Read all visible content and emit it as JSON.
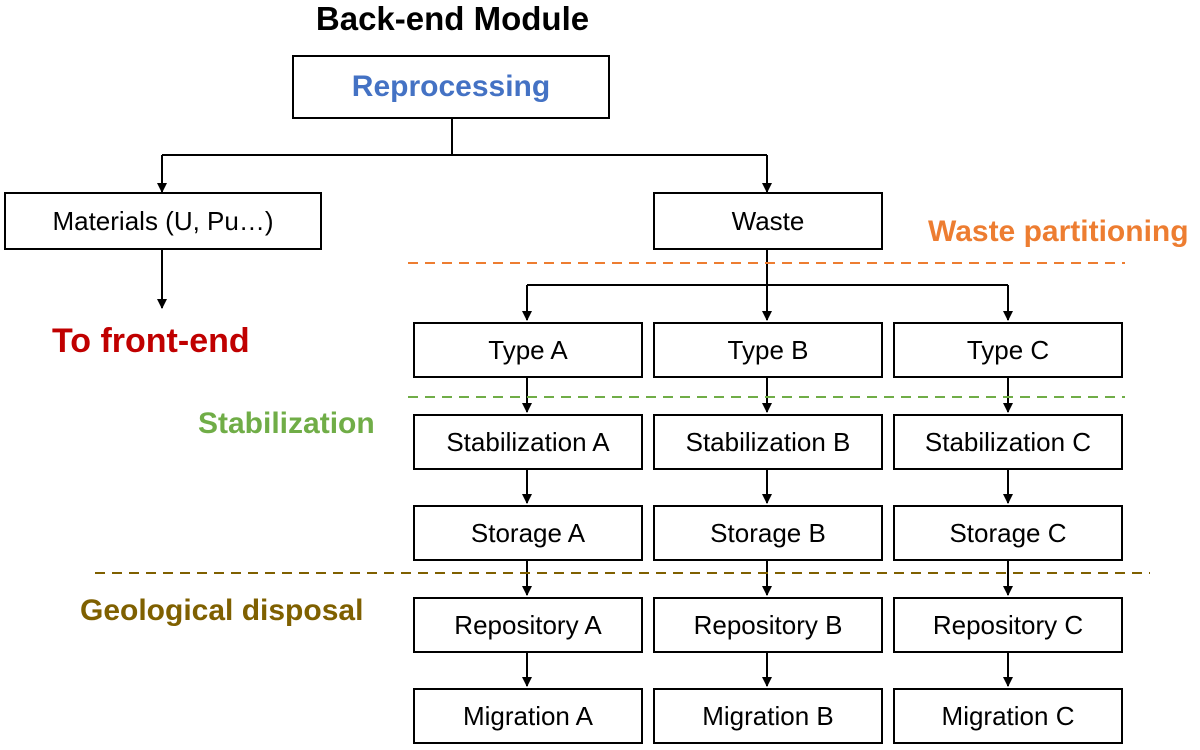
{
  "title": "Back-end Module",
  "root": {
    "label": "Reprocessing"
  },
  "left_branch": {
    "label": "Materials (U, Pu…)",
    "target_label": "To front-end"
  },
  "right_branch": {
    "label": "Waste"
  },
  "stages": {
    "waste_partitioning": "Waste partitioning",
    "stabilization": "Stabilization",
    "geological_disposal": "Geological disposal"
  },
  "columns": [
    {
      "type": "Type A",
      "stabilization": "Stabilization A",
      "storage": "Storage A",
      "repository": "Repository A",
      "migration": "Migration A"
    },
    {
      "type": "Type B",
      "stabilization": "Stabilization B",
      "storage": "Storage B",
      "repository": "Repository B",
      "migration": "Migration B"
    },
    {
      "type": "Type C",
      "stabilization": "Stabilization C",
      "storage": "Storage C",
      "repository": "Repository C",
      "migration": "Migration C"
    }
  ],
  "colors": {
    "root_text": "#4472C4",
    "front_end_text": "#C00000",
    "waste_partitioning": "#ED7D31",
    "stabilization": "#70AD47",
    "geological_disposal": "#7F6000"
  }
}
